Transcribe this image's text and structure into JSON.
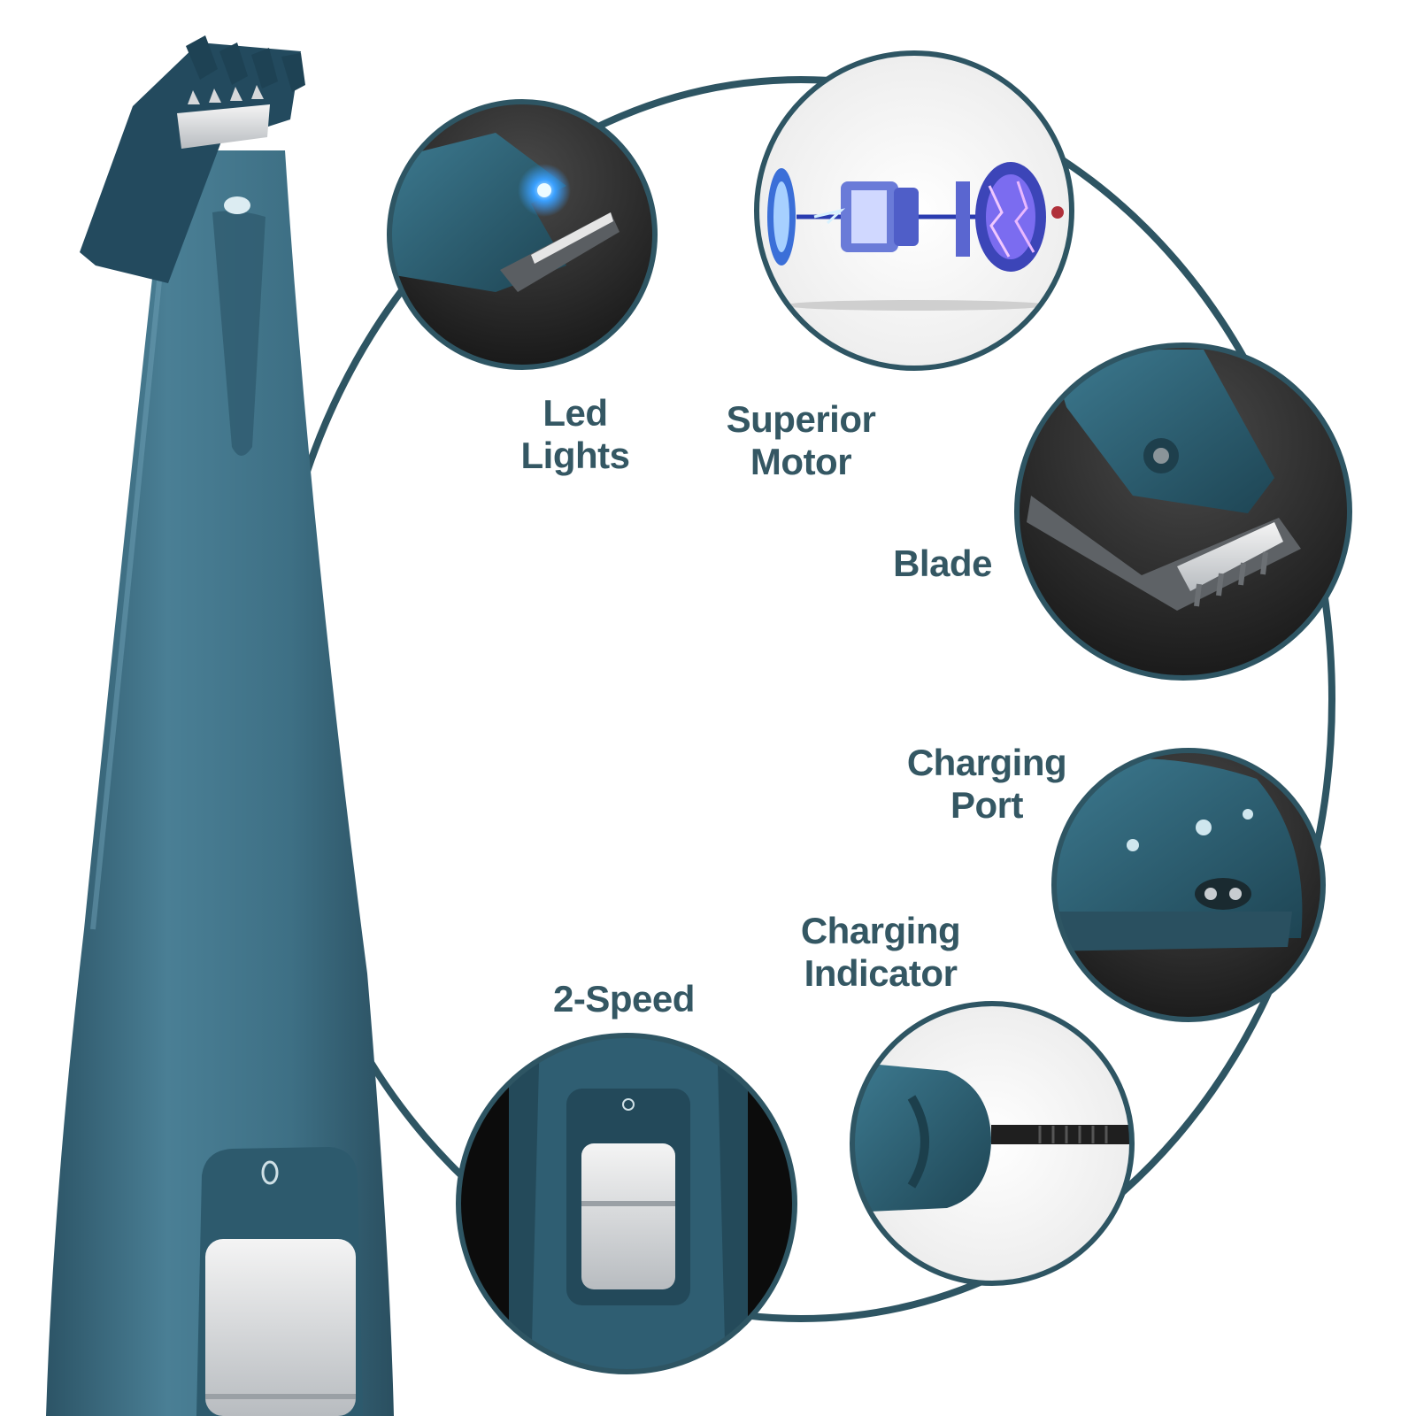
{
  "colors": {
    "accent": "#2f5865",
    "body": "#3f6f84",
    "ring": "#2e5563",
    "text": "#345763"
  },
  "features": [
    {
      "id": "led-lights",
      "lines": [
        "Led",
        "Lights"
      ]
    },
    {
      "id": "superior-motor",
      "lines": [
        "Superior",
        "Motor"
      ]
    },
    {
      "id": "blade",
      "lines": [
        "Blade"
      ]
    },
    {
      "id": "charging-port",
      "lines": [
        "Charging",
        "Port"
      ]
    },
    {
      "id": "charging-indicator",
      "lines": [
        "Charging",
        "Indicator"
      ]
    },
    {
      "id": "two-speed",
      "lines": [
        "2-Speed"
      ]
    }
  ],
  "trimmer": {
    "switch_marking": "0"
  }
}
